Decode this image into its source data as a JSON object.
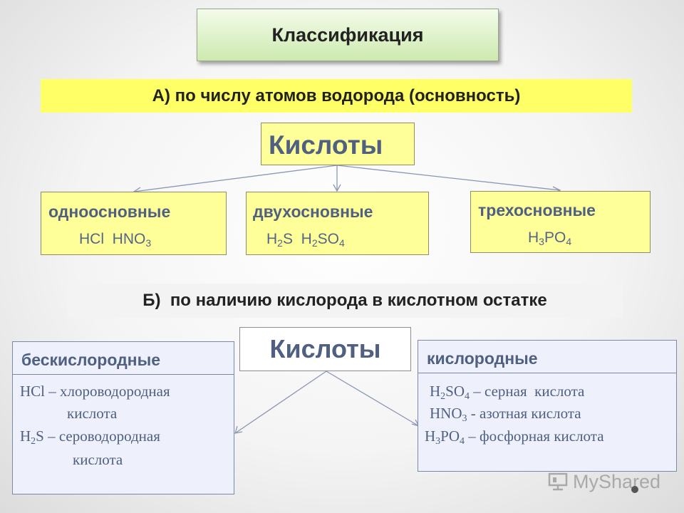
{
  "title": "Классификация",
  "section_a": {
    "heading": "А) по числу атомов водорода (основность)",
    "acids_label": "Кислоты",
    "categories": [
      {
        "name": "одноосновные",
        "formula_parts": [
          [
            "HCl",
            ""
          ],
          [
            "  HNO",
            "3"
          ]
        ]
      },
      {
        "name": "двухосновные",
        "formula_parts": [
          [
            "H",
            "2"
          ],
          [
            "S  H",
            "2"
          ],
          [
            "SO",
            "4"
          ]
        ]
      },
      {
        "name": "трехосновные",
        "formula_parts": [
          [
            "H",
            "3"
          ],
          [
            "PO",
            "4"
          ]
        ]
      }
    ]
  },
  "section_b": {
    "heading": "Б)  по наличию кислорода в кислотном остатке",
    "acids_label": "Кислоты",
    "oxygen_free": {
      "name": "бескислородные",
      "lines": [
        [
          [
            "HCl – хлороводородная",
            ""
          ]
        ],
        [
          [
            "кислота",
            ""
          ]
        ],
        [
          [
            "H",
            "2"
          ],
          [
            "S – сероводородная",
            ""
          ]
        ],
        [
          [
            "кислота",
            ""
          ]
        ]
      ]
    },
    "oxygen_containing": {
      "name": "кислородные",
      "lines": [
        [
          [
            "H",
            "2"
          ],
          [
            "SO",
            "4"
          ],
          [
            " – серная  кислота",
            ""
          ]
        ],
        [
          [
            "HNO",
            "3"
          ],
          [
            " - азотная кислота",
            ""
          ]
        ],
        [
          [
            "H",
            "3"
          ],
          [
            "PO",
            "4"
          ],
          [
            " – фосфорная кислота",
            ""
          ]
        ]
      ]
    }
  },
  "watermark": "MyShared",
  "colors": {
    "title_gradient_top": "#f4fbea",
    "title_gradient_bottom": "#cdeab0",
    "banner_yellow": "#ffff66",
    "box_yellow": "#ffff99",
    "text_blue": "#4f6081",
    "panel_fill": "#eef1fb"
  }
}
